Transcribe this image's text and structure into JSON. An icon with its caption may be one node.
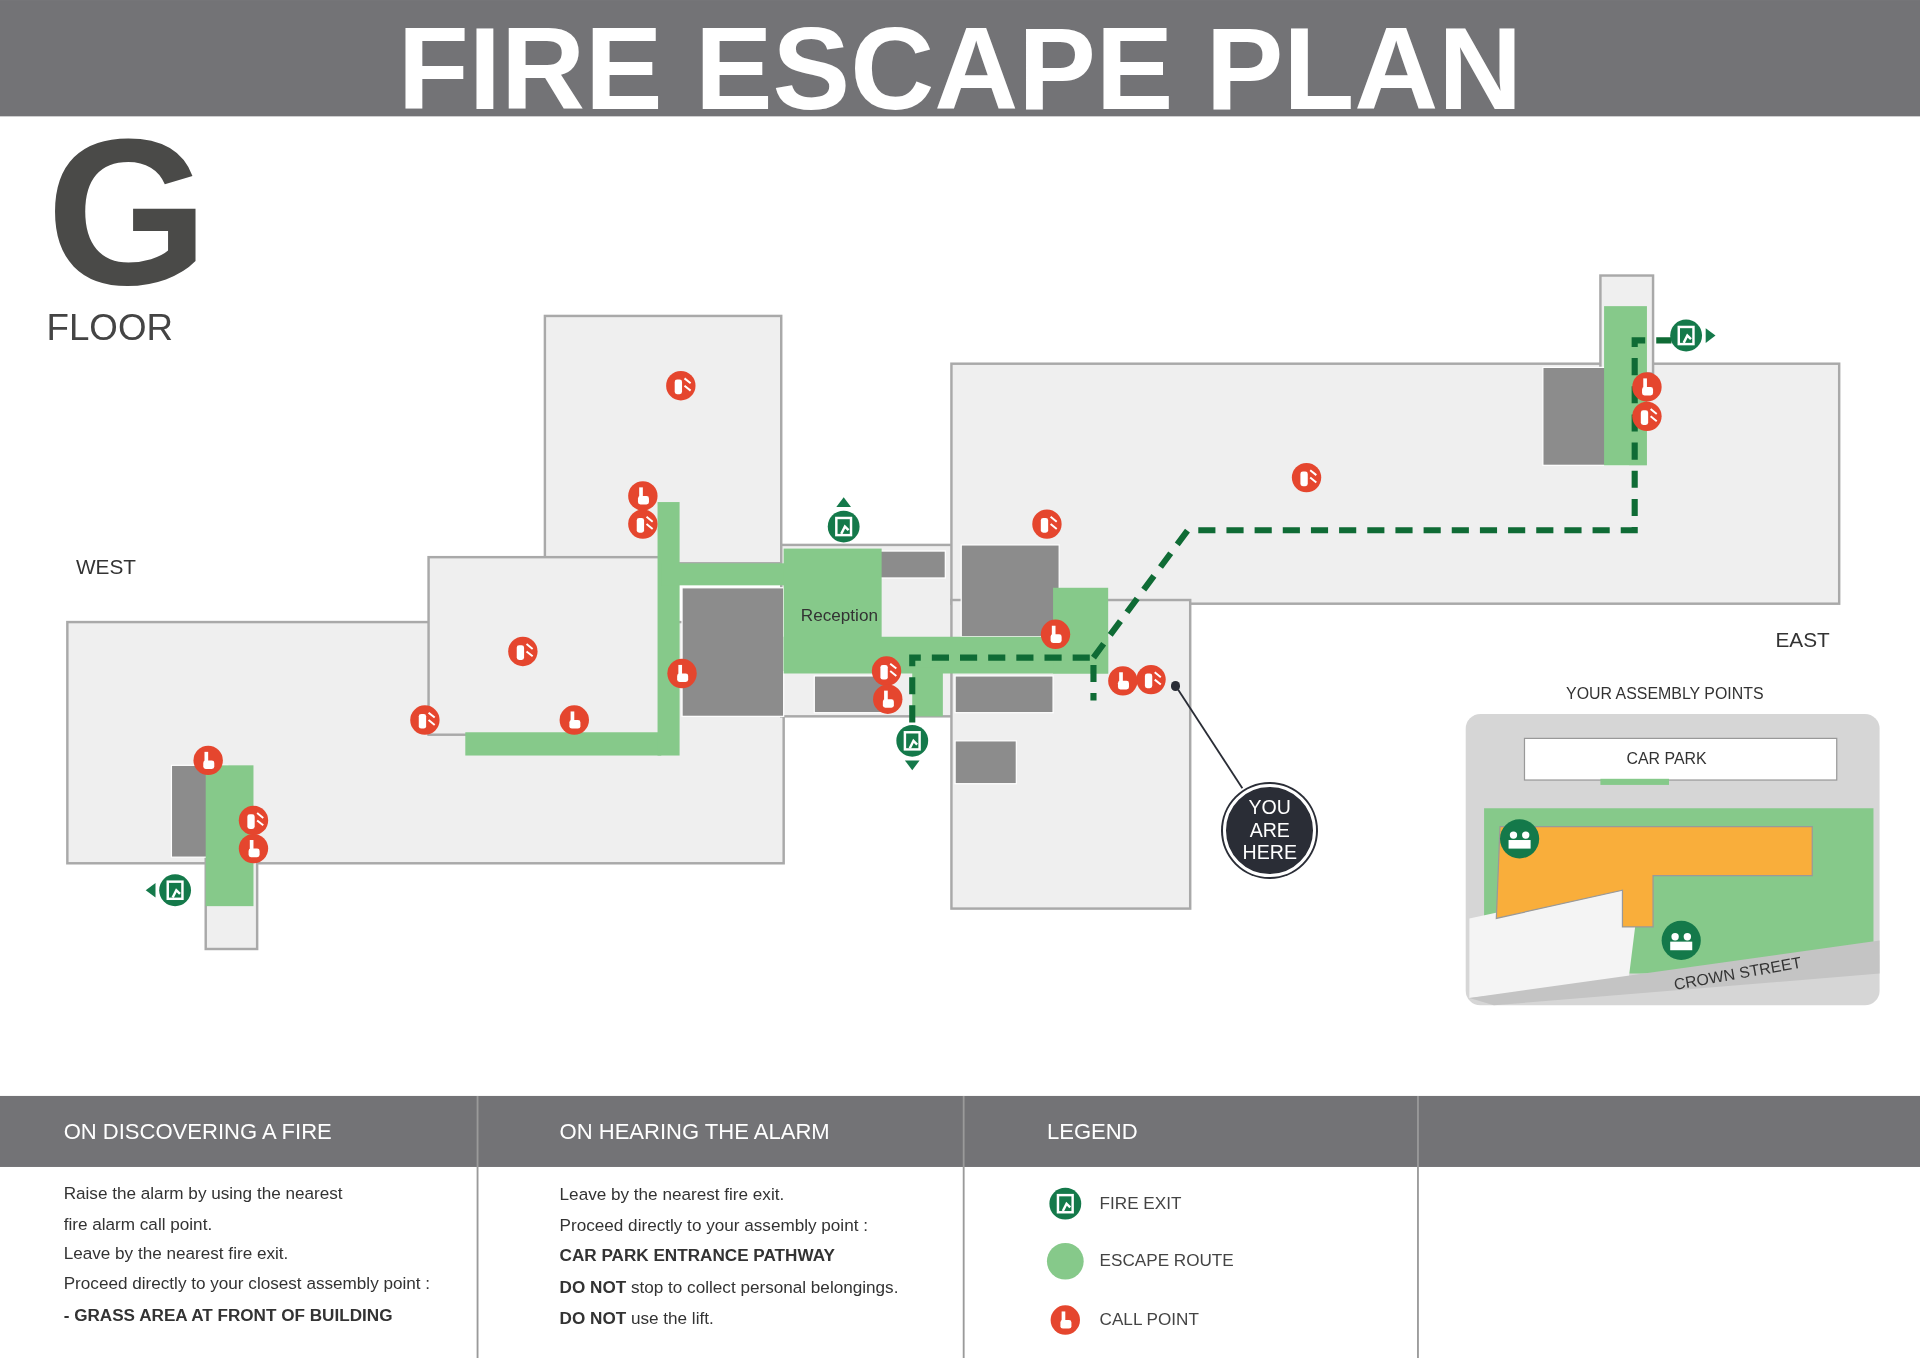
{
  "diagram": {
    "title": "FIRE ESCAPE PLAN",
    "nodes": [
      {
        "text": [
          "YOU ARE HERE"
        ]
      },
      {
        "text": [],
        "shape": "circle"
      }
    ],
    "edges": [
      {
        "from": 0,
        "to": 1,
        "arrow": "none"
      }
    ],
    "labels": [
      "G",
      "FLOOR",
      "WEST",
      "Reception",
      "EAST",
      "YOUR ASSEMBLY POINTS",
      "CAR PARK",
      "CROWN STREET",
      "ON DISCOVERING A FIRE",
      "Raise the alarm by using the nearest fire alarm call point.",
      "Leave by the nearest fire exit.",
      "Proceed directly to your closest assembly point :",
      "- GRASS AREA AT FRONT OF BUILDING",
      "ON HEARING THE ALARM",
      "Leave by the nearest fire exit.",
      "Proceed directly to your assembly point :",
      "CAR PARK ENTRANCE PATHWAY",
      "**DO NOT** stop to collect personal belongings.",
      "**DO NOT** use the lift.",
      "LEGEND"
    ],
    "legend": [
      {
        "text": "FIRE EXIT"
      },
      {
        "text": "ESCAPE ROUTE",
        "color": "#86c98a"
      },
      {
        "text": "CALL POINT"
      }
    ]
  }
}
